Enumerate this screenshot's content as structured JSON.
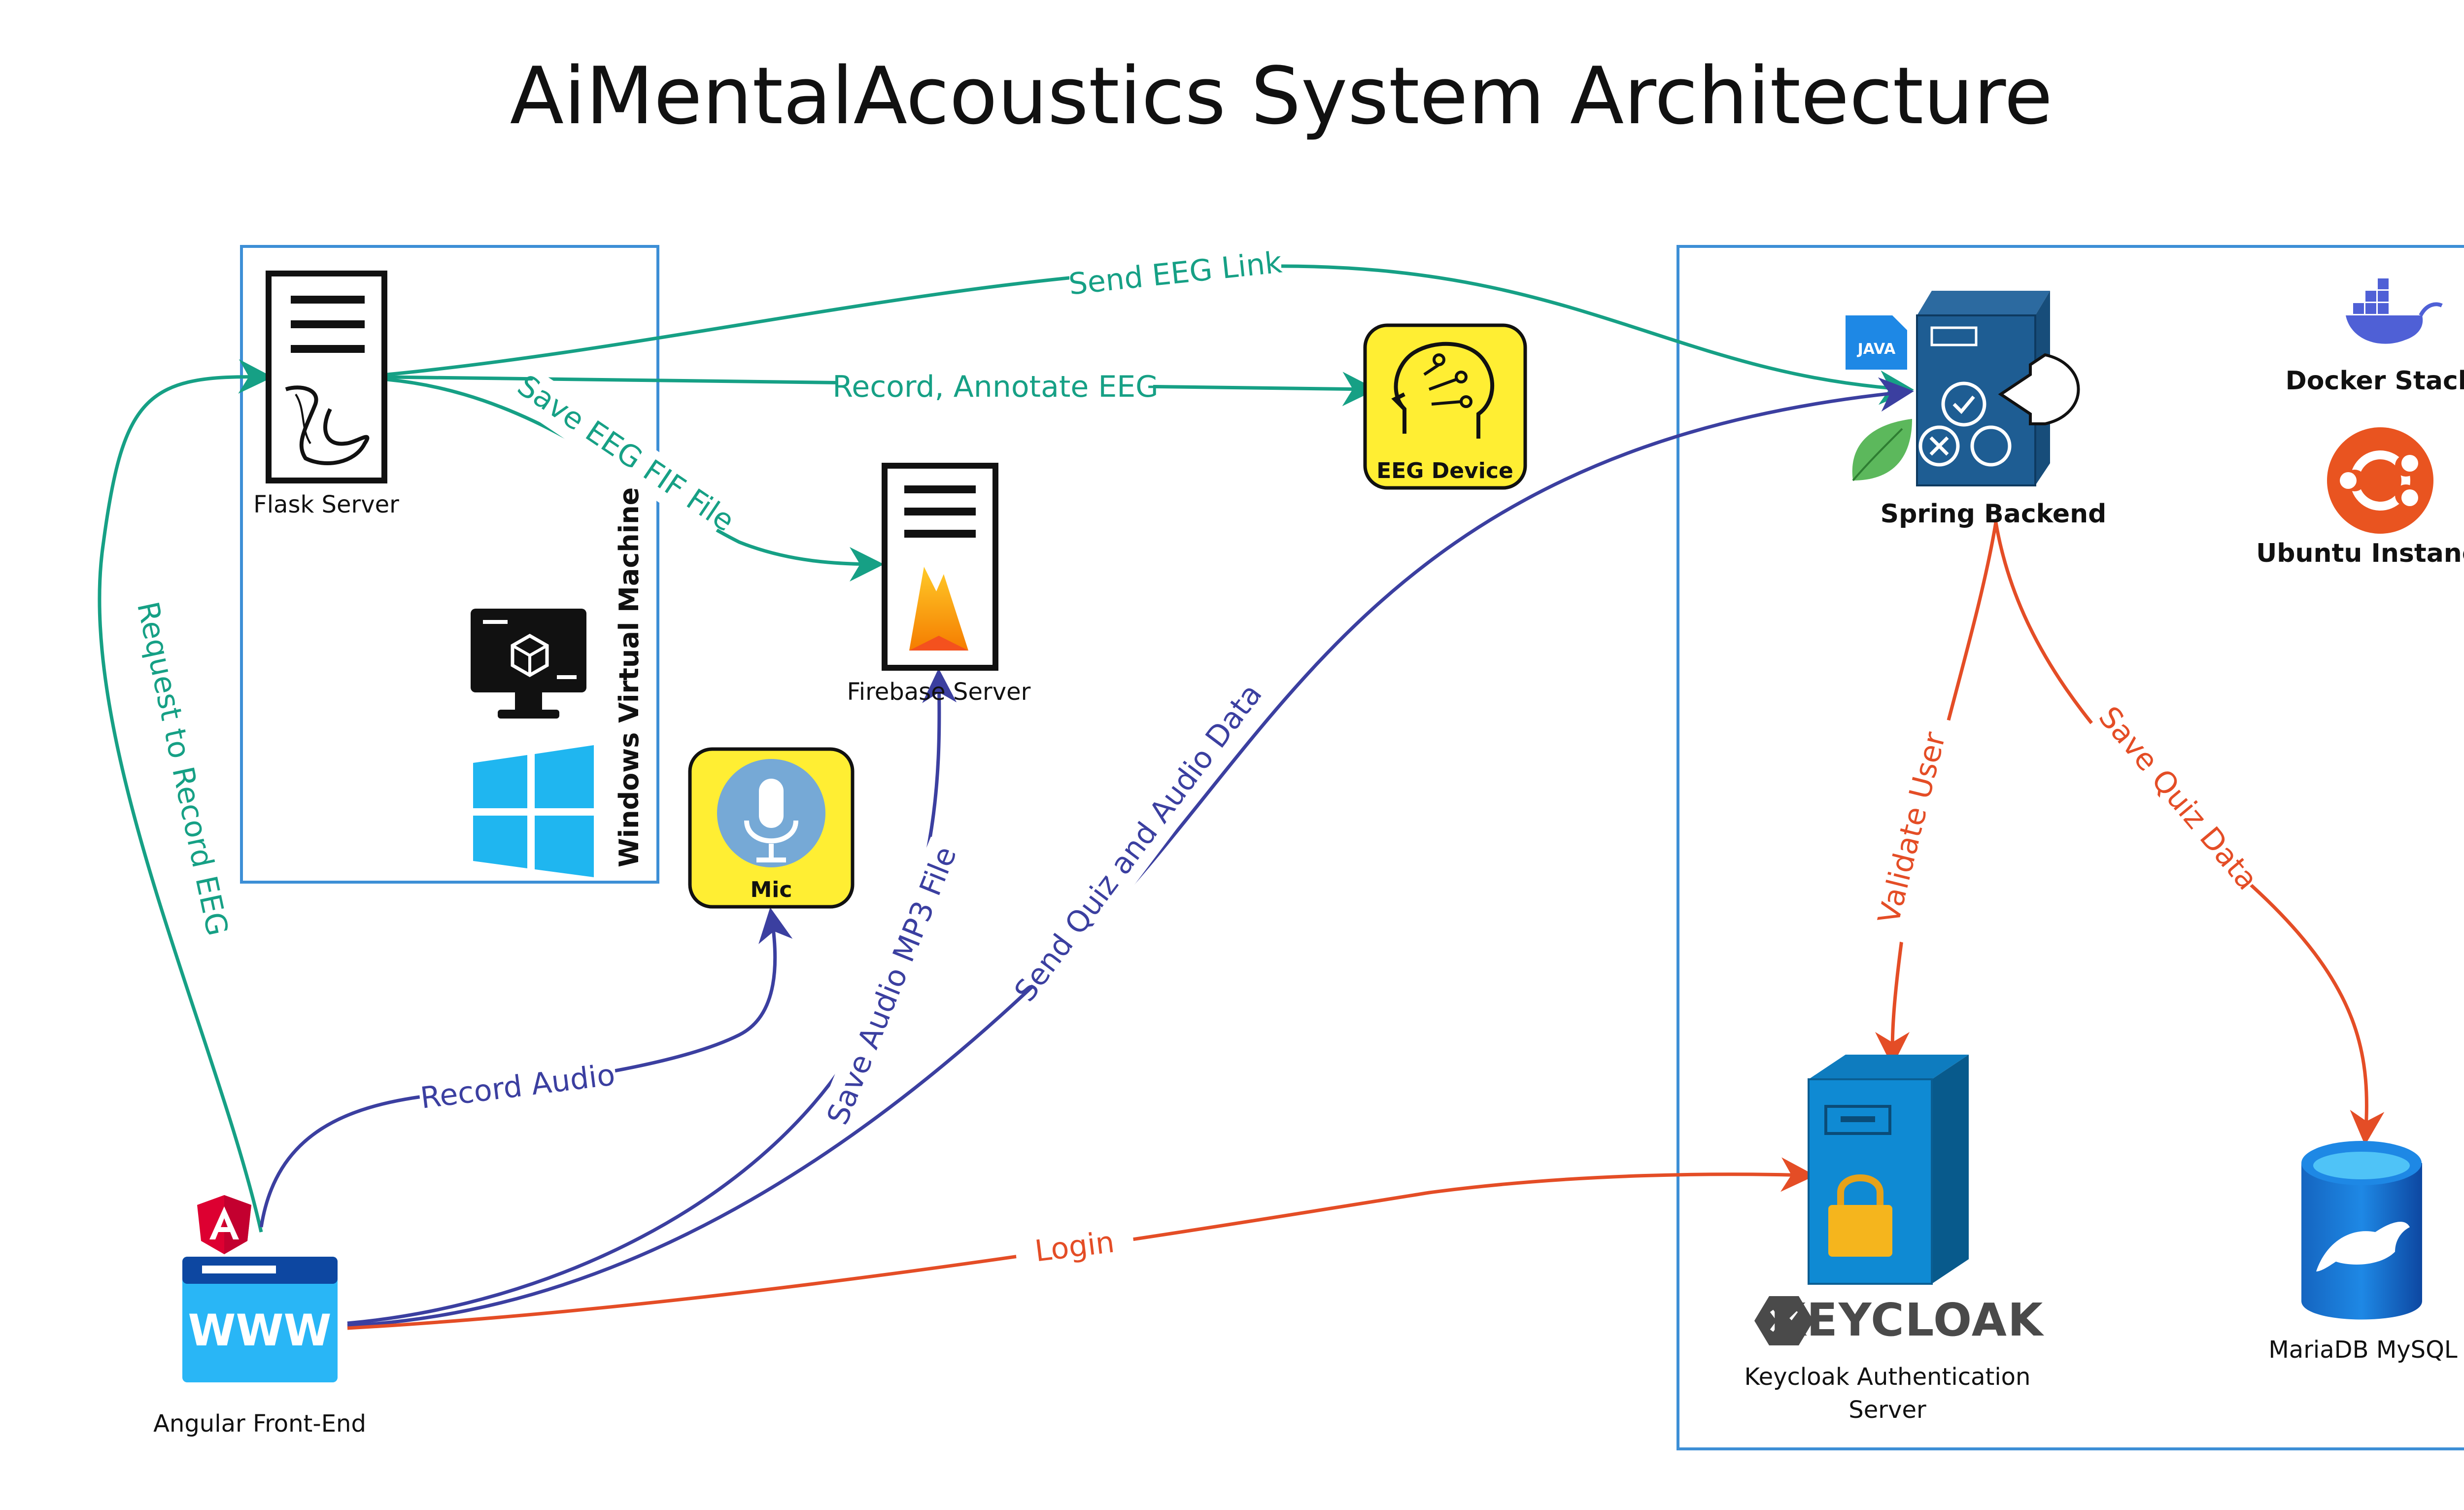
{
  "title": "AiMentalAcoustics System Architecture",
  "colors": {
    "green": "#16a085",
    "blue": "#3b3fa0",
    "red": "#e44d26",
    "box_border": "#3d8fd6",
    "server_blue": "#1e5d93",
    "yellow": "#ffee33"
  },
  "groups": {
    "windows_vm": "Windows Virtual Machine"
  },
  "nodes": {
    "flask": "Flask Server",
    "firebase": "Firebase Server",
    "eeg": "EEG Device",
    "mic": "Mic",
    "spring": "Spring Backend",
    "docker": "Docker Stack",
    "ubuntu": "Ubuntu Instance",
    "keycloak_line1": "Keycloak Authentication",
    "keycloak_line2": "Server",
    "keycloak_logo": "KEYCLOAK",
    "mariadb": "MariaDB MySQL",
    "angular": "Angular Front-End",
    "www": "WWW",
    "java": "JAVA"
  },
  "edges": {
    "send_eeg_link": "Send EEG Link",
    "record_annotate": "Record, Annotate EEG",
    "save_fif": "Save EEG FIF File",
    "request_record": "Request to Record EEG",
    "record_audio": "Record Audio",
    "save_mp3": "Save Audio MP3 File",
    "send_quiz_audio": "Send Quiz and Audio Data",
    "login": "Login",
    "validate_user": "Validate User",
    "save_quiz": "Save Quiz Data"
  },
  "icons": [
    "flask-icon",
    "firebase-icon",
    "eeg-brain-icon",
    "mic-icon",
    "spring-server-icon",
    "java-icon",
    "spring-leaf-icon",
    "docker-icon",
    "ubuntu-icon",
    "keycloak-server-icon",
    "lock-icon",
    "mariadb-icon",
    "angular-icon",
    "www-icon",
    "windows-icon",
    "monitor-icon"
  ]
}
